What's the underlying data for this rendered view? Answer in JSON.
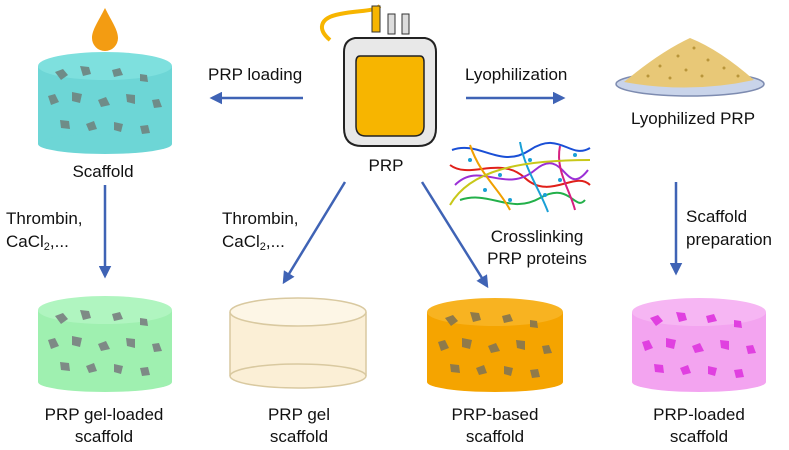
{
  "colors": {
    "arrow": "#3f63b5",
    "bag_fluid": "#f7b500",
    "bag_body": "#e8e8e8",
    "drop": "#f39c12",
    "scaffold_blue": "#6dd6d6",
    "scaffold_green": "#9ff0b0",
    "gel": "#fbefd6",
    "scaffold_orange": "#f5a400",
    "scaffold_pink": "#f3a4f0",
    "pore": "#7e8a86",
    "pore_pink": "#e040e0",
    "powder": "#e8c877",
    "dish": "#c9d4ea"
  },
  "labels": {
    "prp": "PRP",
    "prp_loading": "PRP loading",
    "lyophilization": "Lyophilization",
    "lyophilized_prp": "Lyophilized PRP",
    "scaffold": "Scaffold",
    "thrombin_left_1": "Thrombin,",
    "thrombin_left_2a": "CaCl",
    "thrombin_left_sub": "2",
    "thrombin_left_2b": ",...",
    "thrombin_mid_1": "Thrombin,",
    "thrombin_mid_2a": "CaCl",
    "thrombin_mid_sub": "2",
    "thrombin_mid_2b": ",...",
    "crosslinking_1": "Crosslinking",
    "crosslinking_2": "PRP proteins",
    "scaffold_prep_1": "Scaffold",
    "scaffold_prep_2": "preparation",
    "out1_1": "PRP gel-loaded",
    "out1_2": "scaffold",
    "out2_1": "PRP gel",
    "out2_2": "scaffold",
    "out3_1": "PRP-based",
    "out3_2": "scaffold",
    "out4_1": "PRP-loaded",
    "out4_2": "scaffold"
  },
  "icons": [
    "prp-bag-icon",
    "prp-drop-icon",
    "petri-dish-icon",
    "crosslinked-network-icon"
  ]
}
